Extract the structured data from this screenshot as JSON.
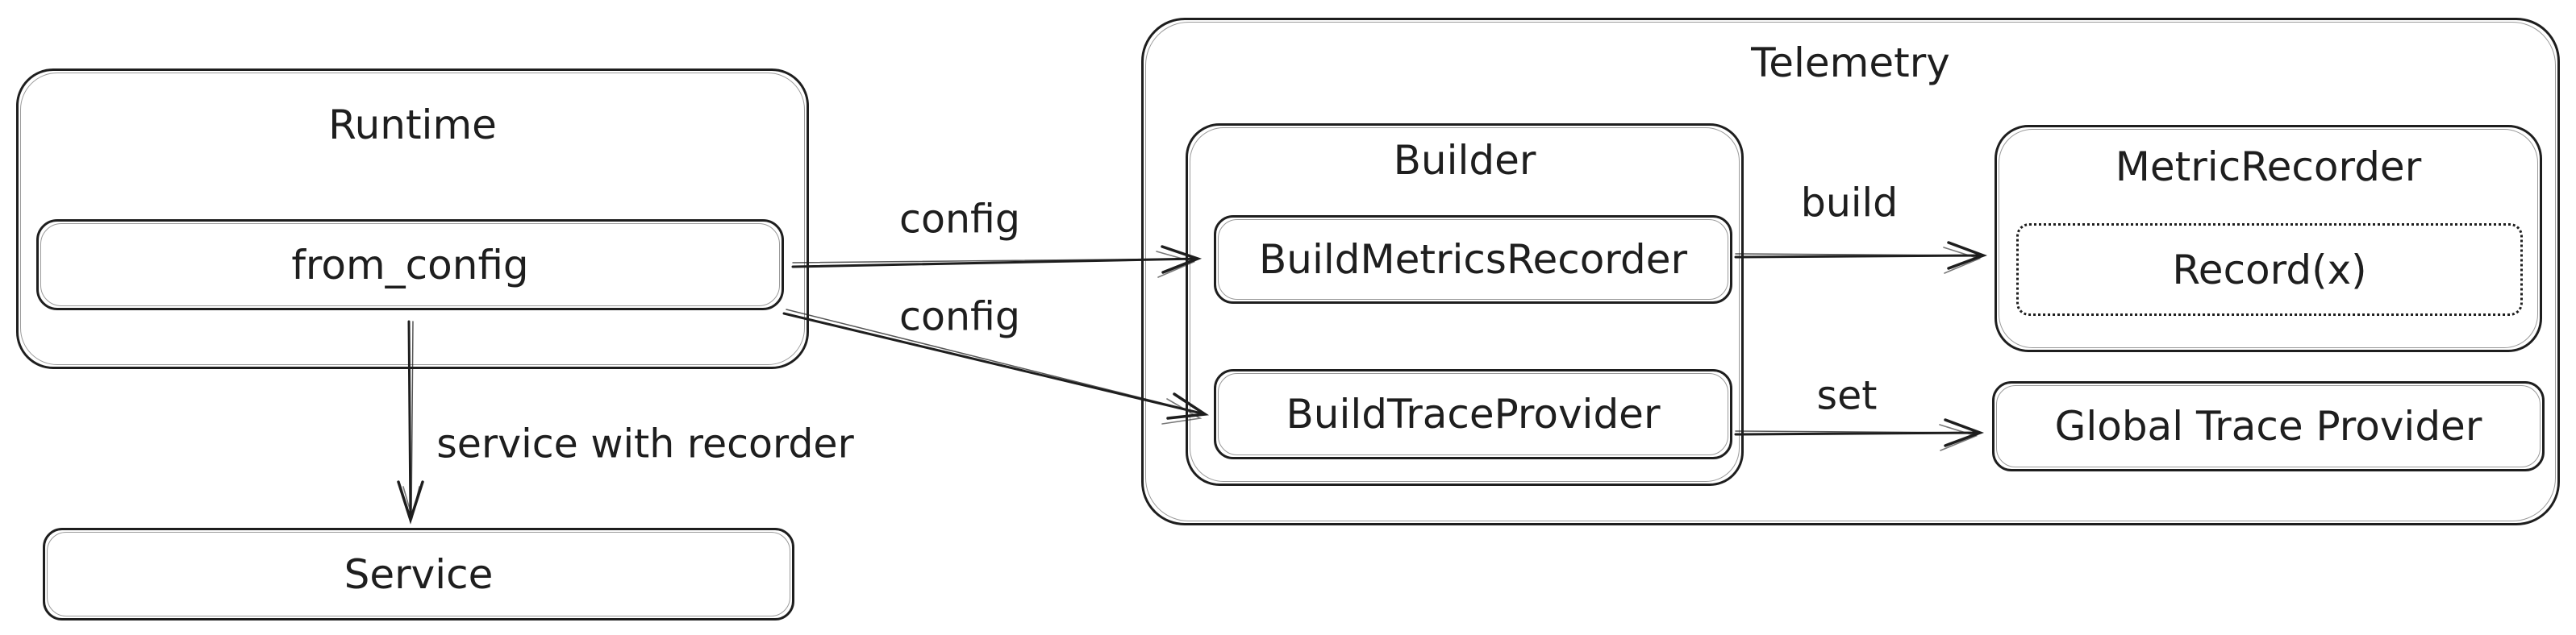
{
  "colors": {
    "stroke": "#1e1e1e",
    "canvas_bg": "#ffffff"
  },
  "nodes": {
    "runtime": {
      "title": "Runtime"
    },
    "from_config": {
      "label": "from_config"
    },
    "service": {
      "label": "Service"
    },
    "telemetry": {
      "title": "Telemetry"
    },
    "builder": {
      "title": "Builder"
    },
    "build_metrics_recorder": {
      "label": "BuildMetricsRecorder"
    },
    "build_trace_provider": {
      "label": "BuildTraceProvider"
    },
    "metric_recorder": {
      "title": "MetricRecorder"
    },
    "record": {
      "label": "Record(x)"
    },
    "global_trace_provider": {
      "label": "Global Trace Provider"
    }
  },
  "edges": {
    "config_top": {
      "label": "config"
    },
    "config_bottom": {
      "label": "config"
    },
    "service_with_recorder": {
      "label": "service with recorder"
    },
    "build": {
      "label": "build"
    },
    "set": {
      "label": "set"
    }
  }
}
